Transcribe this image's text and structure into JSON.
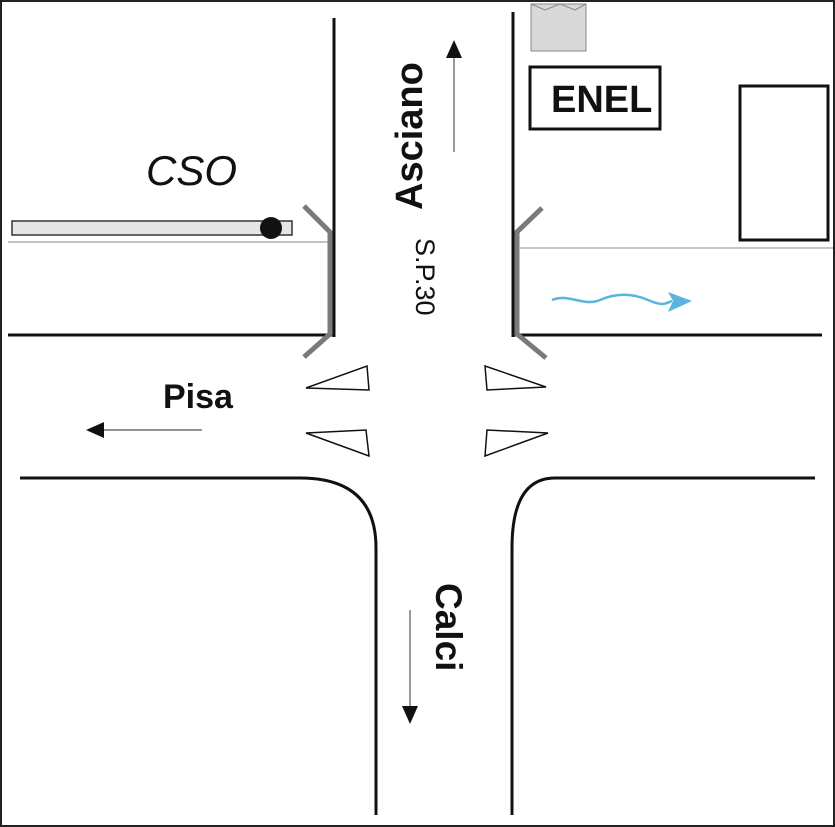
{
  "labels": {
    "cso": "CSO",
    "enel": "ENEL",
    "asciano": "Asciano",
    "road_id": "S.P.30",
    "pisa": "Pisa",
    "calci": "Calci"
  },
  "colors": {
    "road_edge": "#111111",
    "guardrail": "#7a7a7a",
    "water_arrow": "#5ab4dc",
    "thin_line": "#8a8a8a",
    "barrier_fill": "#e6e6e6",
    "marker_fill": "#d9d9d9"
  }
}
